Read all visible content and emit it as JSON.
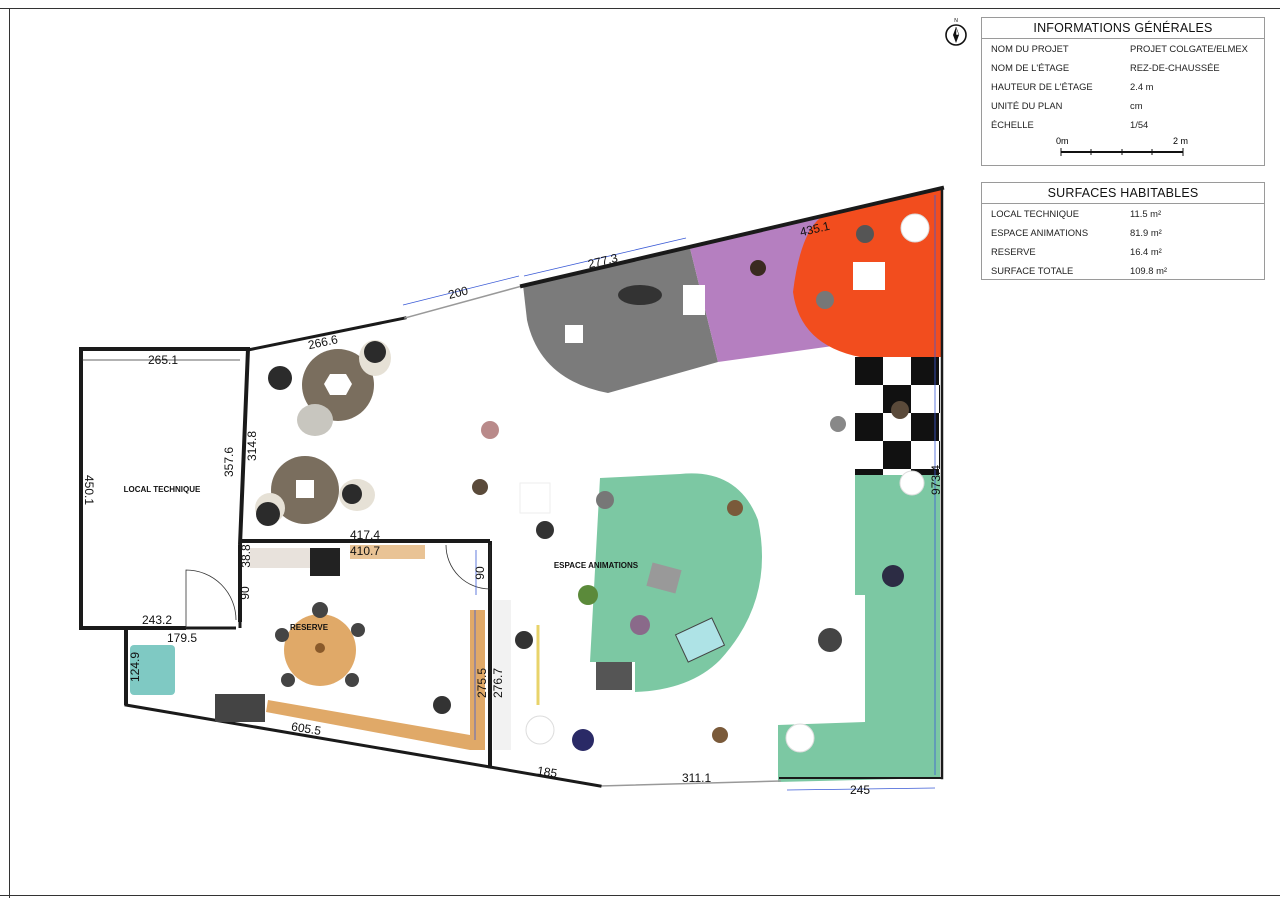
{
  "general_info": {
    "title": "INFORMATIONS GÉNÉRALES",
    "rows": [
      {
        "label": "NOM DU PROJET",
        "value": "PROJET COLGATE/ELMEX"
      },
      {
        "label": "NOM DE L'ÉTAGE",
        "value": "REZ-DE-CHAUSSÉE"
      },
      {
        "label": "HAUTEUR DE L'ÉTAGE",
        "value": "2.4 m"
      },
      {
        "label": "UNITÉ DU PLAN",
        "value": "cm"
      },
      {
        "label": "ÉCHELLE",
        "value": "1/54"
      }
    ],
    "scale_start": "0m",
    "scale_end": "2 m"
  },
  "surfaces": {
    "title": "SURFACES HABITABLES",
    "rows": [
      {
        "label": "LOCAL TECHNIQUE",
        "value": "11.5 m²"
      },
      {
        "label": "ESPACE ANIMATIONS",
        "value": "81.9 m²"
      },
      {
        "label": "RESERVE",
        "value": "16.4 m²"
      },
      {
        "label": "SURFACE TOTALE",
        "value": "109.8 m²"
      }
    ]
  },
  "compass": {
    "north_label": "N"
  },
  "plan": {
    "rooms": {
      "local_technique": "LOCAL TECHNIQUE",
      "reserve": "RESERVE",
      "espace_animations": "ESPACE ANIMATIONS"
    },
    "dimensions": {
      "d_200": "200",
      "d_277_3": "277.3",
      "d_435_1": "435.1",
      "d_266_6": "266.6",
      "d_265_1": "265.1",
      "d_450_1": "450.1",
      "d_357_6": "357.6",
      "d_314_8": "314.8",
      "d_417_4": "417.4",
      "d_410_7": "410.7",
      "d_38_8": "38.8",
      "d_90_a": "90",
      "d_90_b": "90",
      "d_243_2": "243.2",
      "d_179_5": "179.5",
      "d_124_9": "124.9",
      "d_605_5": "605.5",
      "d_275_5": "275.5",
      "d_276_7": "276.7",
      "d_185": "185",
      "d_311_1": "311.1",
      "d_245": "245",
      "d_973_4": "973.4"
    },
    "colors": {
      "grey_zone": "#7b7b7b",
      "purple_zone": "#b57fc0",
      "orange_zone": "#f24d1e",
      "green_zone": "#7cc8a3",
      "table_wood": "#e0a968",
      "wall": "#1a1a1a"
    }
  }
}
